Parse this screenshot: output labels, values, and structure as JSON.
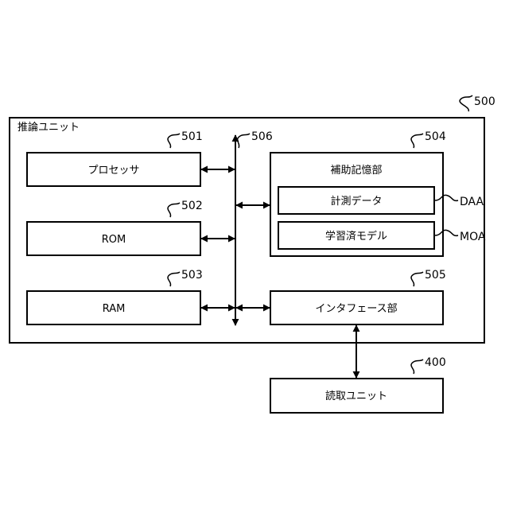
{
  "diagram": {
    "unit": {
      "label": "推論ユニット",
      "ref": "500"
    },
    "processor": {
      "label": "プロセッサ",
      "ref": "501"
    },
    "rom": {
      "label": "ROM",
      "ref": "502"
    },
    "ram": {
      "label": "RAM",
      "ref": "503"
    },
    "storage": {
      "label": "補助記憶部",
      "ref": "504",
      "measurement": {
        "label": "計測データ",
        "tag": "DAA"
      },
      "model": {
        "label": "学習済モデル",
        "tag": "MOA"
      }
    },
    "interface": {
      "label": "インタフェース部",
      "ref": "505"
    },
    "bus": {
      "ref": "506"
    },
    "reader": {
      "label": "読取ユニット",
      "ref": "400"
    }
  }
}
